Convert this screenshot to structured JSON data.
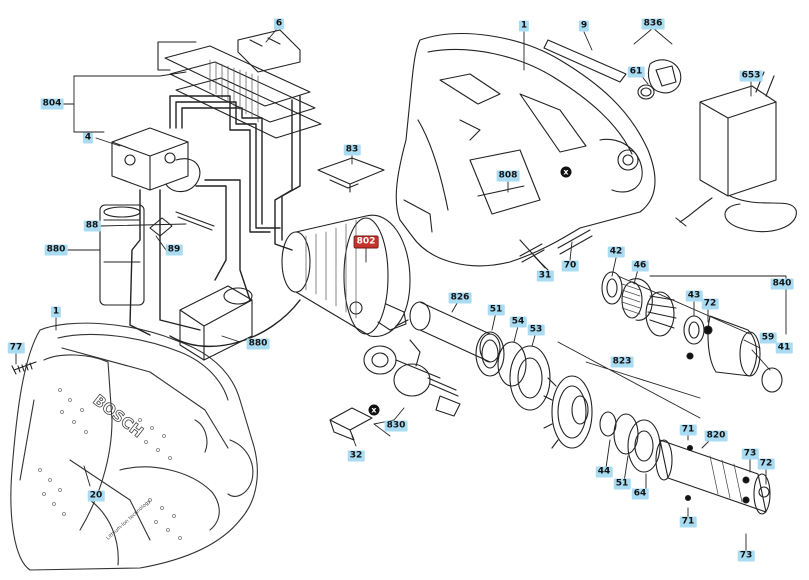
{
  "diagram": {
    "accent_color": "#a9dcf3",
    "highlight_color": "#c3342d",
    "brand_text": "BOSCH",
    "housing_text": "Lithium-Ion technology",
    "x_marker": "x",
    "labels": {
      "p1_top": "1",
      "p9": "9",
      "p836": "836",
      "p61": "61",
      "p653": "653",
      "p6": "6",
      "p804": "804",
      "p4": "4",
      "p83": "83",
      "p808": "808",
      "p88": "88",
      "p880_top": "880",
      "p89": "89",
      "p802": "802",
      "p31": "31",
      "p70": "70",
      "p42": "42",
      "p46": "46",
      "p840": "840",
      "p43": "43",
      "p72_top": "72",
      "p59": "59",
      "p41": "41",
      "p1_left": "1",
      "p77": "77",
      "p880_bot": "880",
      "p826": "826",
      "p51_top": "51",
      "p54": "54",
      "p53": "53",
      "p823": "823",
      "p830": "830",
      "p32": "32",
      "p20": "20",
      "p71_top": "71",
      "p820": "820",
      "p44": "44",
      "p51_bot": "51",
      "p64": "64",
      "p73_top": "73",
      "p72_bot": "72",
      "p71_bot": "71",
      "p73_bot": "73"
    }
  }
}
